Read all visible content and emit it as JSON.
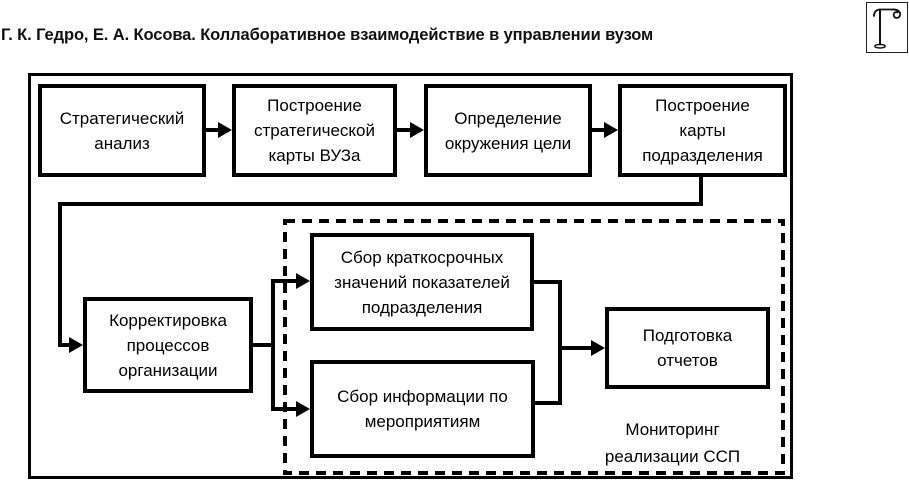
{
  "page": {
    "header_title": "Г. К. Гедро, Е. А. Косова. Коллаборативное взаимодействие в управлении вузом",
    "logo": {
      "glyph": "Г"
    }
  },
  "diagram": {
    "nodes": {
      "strategic_analysis": "Стратегический\nанализ",
      "build_university_map": "Построение\nстратегической\nкарты ВУЗа",
      "define_goal_environment": "Определение\nокружения цели",
      "build_department_map": "Построение\nкарты\nподразделения",
      "adjust_processes": "Корректировка\nпроцессов\nорганизации",
      "collect_shortterm_values": "Сбор краткосрочных\nзначений показателей\nподразделения",
      "collect_event_info": "Сбор информации по\nмероприятиям",
      "prepare_reports": "Подготовка\nотчетов"
    },
    "dashed_region_label": "Мониторинг\nреализации ССП",
    "edges": [
      {
        "from": "strategic_analysis",
        "to": "build_university_map"
      },
      {
        "from": "build_university_map",
        "to": "define_goal_environment"
      },
      {
        "from": "define_goal_environment",
        "to": "build_department_map"
      },
      {
        "from": "build_department_map",
        "to": "adjust_processes"
      },
      {
        "from": "adjust_processes",
        "to": "collect_shortterm_values"
      },
      {
        "from": "adjust_processes",
        "to": "collect_event_info"
      },
      {
        "from": "collect_shortterm_values",
        "to": "prepare_reports"
      },
      {
        "from": "collect_event_info",
        "to": "prepare_reports"
      }
    ],
    "colors": {
      "line": "#000000",
      "background": "#ffffff",
      "text": "#000000"
    }
  }
}
